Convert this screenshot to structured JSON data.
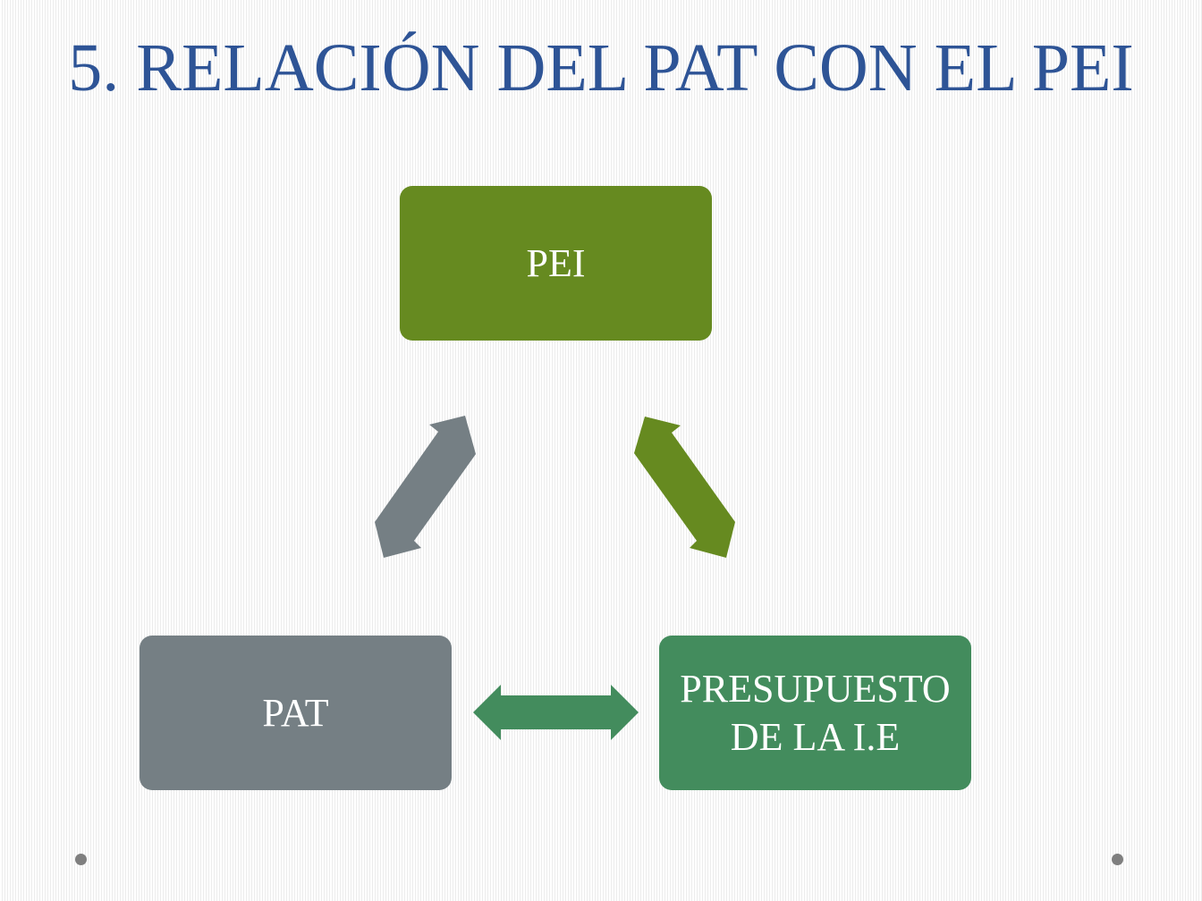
{
  "title": "5. RELACIÓN DEL PAT CON EL PEI",
  "nodes": {
    "pei": {
      "label": "PEI",
      "color": "#668a20"
    },
    "pat": {
      "label": "PAT",
      "color": "#757f84"
    },
    "budget": {
      "line1": "PRESUPUESTO",
      "line2": "DE LA I.E",
      "color": "#438c5d"
    }
  },
  "connectors": {
    "pat_pei": {
      "from": "PAT",
      "to": "PEI",
      "direction": "bidirectional",
      "color": "#757f84"
    },
    "pei_budget": {
      "from": "PEI",
      "to": "PRESUPUESTO DE LA I.E",
      "direction": "bidirectional",
      "color": "#668a20"
    },
    "pat_budget": {
      "from": "PAT",
      "to": "PRESUPUESTO DE LA I.E",
      "direction": "bidirectional",
      "color": "#438c5d"
    }
  },
  "decorations": {
    "bullet_color": "#7f7f7f"
  }
}
